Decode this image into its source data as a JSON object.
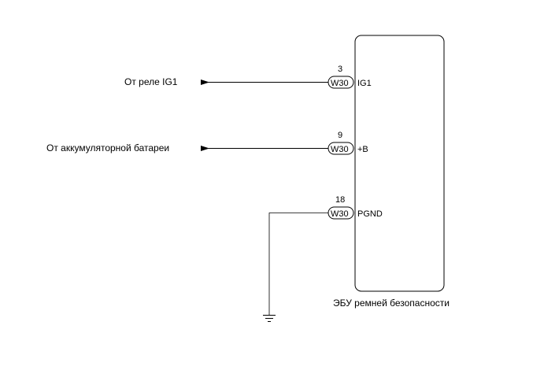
{
  "sources": {
    "relay_ig1": "От реле IG1",
    "battery": "От аккумуляторной батареи"
  },
  "ecu": {
    "label": "ЭБУ ремней безопасности"
  },
  "pins": [
    {
      "number": "3",
      "connector": "W30",
      "signal": "IG1"
    },
    {
      "number": "9",
      "connector": "W30",
      "signal": "+B"
    },
    {
      "number": "18",
      "connector": "W30",
      "signal": "PGND"
    }
  ],
  "icons": {
    "arrow": "arrow-right-icon",
    "ground": "ground-icon"
  }
}
